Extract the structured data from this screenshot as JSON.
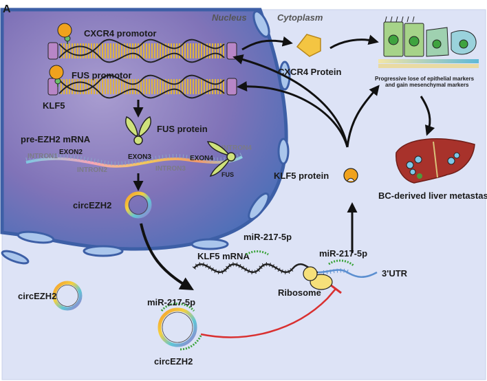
{
  "panel_letter": "A",
  "compartments": {
    "nucleus": "Nucleus",
    "cytoplasm": "Cytoplasm"
  },
  "promoters": {
    "cxcr4": "CXCR4 promotor",
    "fus": "FUS promotor",
    "klf5_tf": "KLF5"
  },
  "proteins": {
    "fus": "FUS protein",
    "cxcr4": "CXCR4 Protein",
    "klf5": "KLF5 protein",
    "fus_bound": "FUS"
  },
  "mrna": {
    "pre_title": "pre-EZH2 mRNA",
    "segments": {
      "intron1": "INTRON1",
      "exon2": "EXON2",
      "intron2": "INTRON2",
      "exon3": "EXON3",
      "intron3": "INTRON3",
      "exon4": "EXON4",
      "intron4": "INTRON4"
    },
    "klf5": "KLF5 mRNA",
    "utr": "3'UTR"
  },
  "circrna": {
    "nuclear": "circEZH2",
    "cytoplasmic": "circEZH2",
    "sponge": "circEZH2"
  },
  "mirna": {
    "free": "miR-217-5p",
    "bound_utr": "miR-217-5p",
    "sponged": "miR-217-5p"
  },
  "ribosome": "Ribosome",
  "emt": {
    "caption_line1": "Progressive lose of epithelial markers",
    "caption_line2": "and gain mesenchymal markers"
  },
  "outcome": "BC-derived liver metastasis",
  "colors": {
    "nucleus": "#7d76b4",
    "cytoplasm": "#dde3f6",
    "membrane": "#3d5fa6",
    "arrow": "#111111",
    "inhibition": "#d93030",
    "protein_orange": "#f0a21d",
    "fus_green": "#cfe27c",
    "mirna_green": "#3aa33a",
    "liver": "#a8322b"
  }
}
